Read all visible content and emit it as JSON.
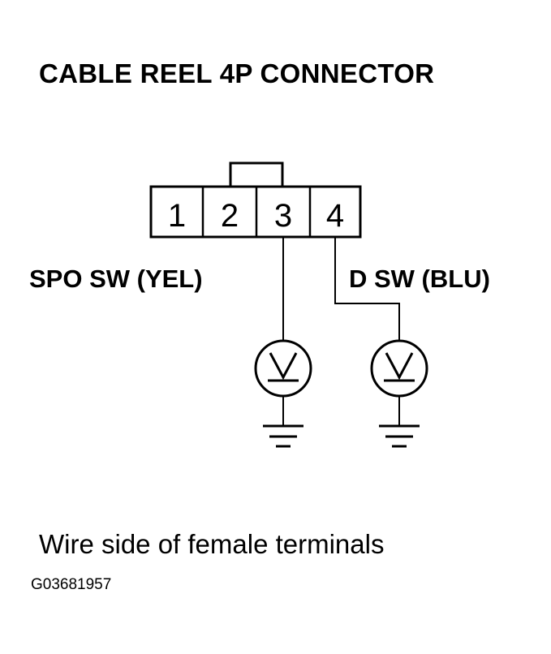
{
  "title": "CABLE REEL 4P CONNECTOR",
  "pins": [
    "1",
    "2",
    "3",
    "4"
  ],
  "labels": {
    "spo_sw": "SPO SW (YEL)",
    "d_sw": "D SW (BLU)"
  },
  "caption": "Wire side of female terminals",
  "figure_code": "G03681957",
  "symbols": {
    "meter_left": "voltmeter-icon",
    "meter_right": "voltmeter-icon",
    "ground_left": "ground-icon",
    "ground_right": "ground-icon"
  }
}
